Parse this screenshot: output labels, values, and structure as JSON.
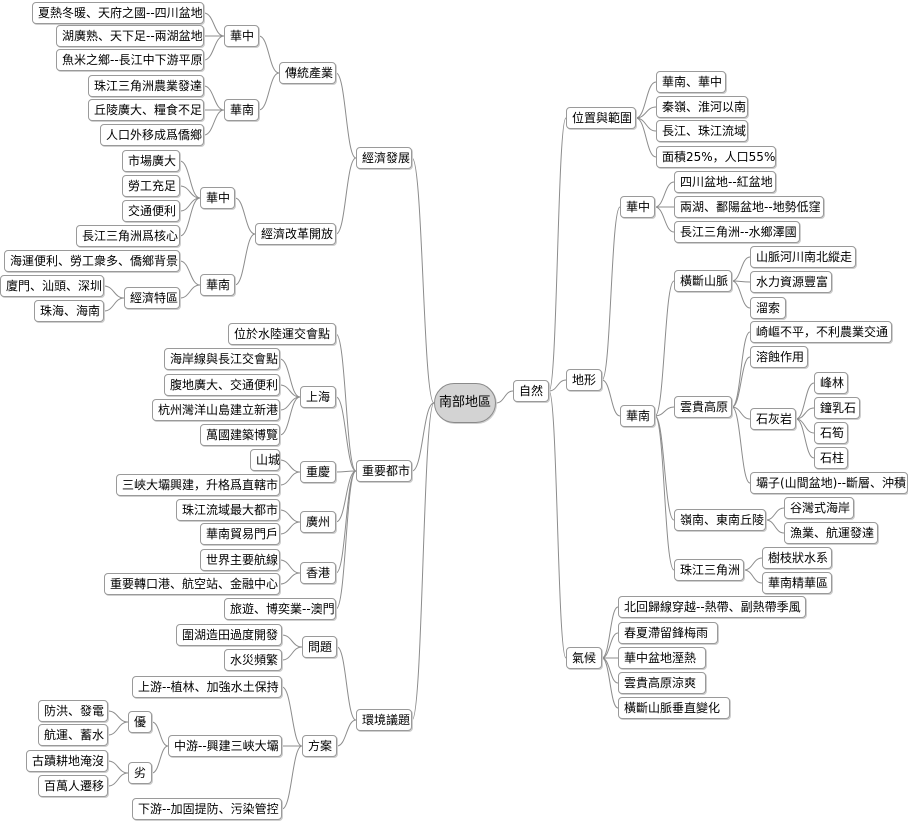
{
  "root": "南部地區",
  "nodes": {
    "econ": "經濟發展",
    "trad": "傳統產業",
    "trad_hz": "華中",
    "trad_hz_1": "夏熱冬暖、天府之國--四川盆地",
    "trad_hz_2": "湖廣熟、天下足--兩湖盆地",
    "trad_hz_3": "魚米之鄉--長江中下游平原",
    "trad_hn": "華南",
    "trad_hn_1": "珠江三角洲農業發達",
    "trad_hn_2": "丘陵廣大、糧食不足",
    "trad_hn_3": "人口外移成爲僑鄉",
    "reform": "經濟改革開放",
    "ref_hz": "華中",
    "ref_hz_1": "市場廣大",
    "ref_hz_2": "勞工充足",
    "ref_hz_3": "交通便利",
    "ref_hz_4": "長江三角洲爲核心",
    "ref_hn": "華南",
    "ref_hn_1": "海運便利、勞工衆多、僑鄉背景",
    "ref_sez": "經濟特區",
    "ref_sez_1": "廈門、汕頭、深圳",
    "ref_sez_2": "珠海、海南",
    "cities": "重要都市",
    "city_0": "位於水陸運交會點",
    "sh": "上海",
    "sh_1": "海岸線與長江交會點",
    "sh_2": "腹地廣大、交通便利",
    "sh_3": "杭州灣洋山島建立新港",
    "sh_4": "萬國建築博覽",
    "cq": "重慶",
    "cq_1": "山城",
    "cq_2": "三峽大壩興建，升格爲直轄市",
    "gz": "廣州",
    "gz_1": "珠江流域最大都市",
    "gz_2": "華南貿易門戶",
    "hk": "香港",
    "hk_1": "世界主要航線",
    "hk_2": "重要轉口港、航空站、金融中心",
    "macau": "旅遊、博奕業--澳門",
    "env": "環境議題",
    "prob": "問題",
    "prob_1": "圍湖造田過度開發",
    "prob_2": "水災頻繁",
    "plan": "方案",
    "plan_up": "上游--植林、加強水土保持",
    "plan_mid": "中游--興建三峽大壩",
    "adv": "優",
    "adv_1": "防洪、發電",
    "adv_2": "航運、蓄水",
    "dis": "劣",
    "dis_1": "古蹟耕地淹沒",
    "dis_2": "百萬人遷移",
    "plan_down": "下游--加固提防、污染管控",
    "nature": "自然",
    "loc": "位置與範圍",
    "loc_1": "華南、華中",
    "loc_2": "秦嶺、淮河以南",
    "loc_3": "長江、珠江流域",
    "loc_4": "面積25%，人口55%",
    "terrain": "地形",
    "t_hz": "華中",
    "t_hz_1": "四川盆地--紅盆地",
    "t_hz_2": "兩湖、鄱陽盆地--地勢低窪",
    "t_hz_3": "長江三角洲--水鄉澤國",
    "t_hn": "華南",
    "hd": "橫斷山脈",
    "hd_1": "山脈河川南北縱走",
    "hd_2": "水力資源豐富",
    "hd_3": "溜索",
    "yg": "雲貴高原",
    "yg_1": "崎嶇不平，不利農業交通",
    "yg_2": "溶蝕作用",
    "lime": "石灰岩",
    "lime_1": "峰林",
    "lime_2": "鐘乳石",
    "lime_3": "石筍",
    "lime_4": "石柱",
    "yg_3": "壩子(山間盆地)--斷層、沖積",
    "ln": "嶺南、東南丘陵",
    "ln_1": "谷灣式海岸",
    "ln_2": "漁業、航運發達",
    "zj": "珠江三角洲",
    "zj_1": "樹枝狀水系",
    "zj_2": "華南精華區",
    "climate": "氣候",
    "cl_1": "北回歸線穿越--熱帶、副熱帶季風",
    "cl_2": "春夏滯留鋒梅雨",
    "cl_3": "華中盆地溼熱",
    "cl_4": "雲貴高原涼爽",
    "cl_5": "橫斷山脈垂直變化"
  },
  "colors": {
    "line": "#8c8c8c",
    "border": "#9a9a9a",
    "root_fill": "#d3d3d3"
  }
}
